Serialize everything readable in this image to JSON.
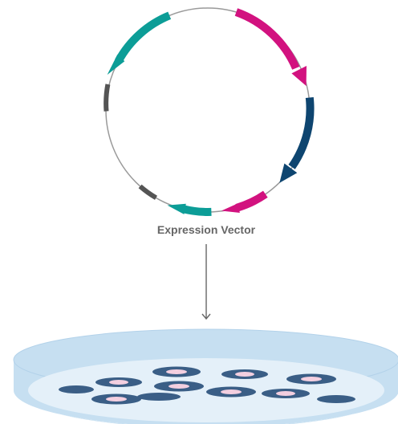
{
  "diagram": {
    "vector_label": "Expression Vector"
  },
  "colors": {
    "plasmid_ring": "#9a9a9a",
    "teal_segment": "#0c9d97",
    "magenta_segment": "#d2127f",
    "navy_segment": "#0e4570",
    "gray_marker": "#545454",
    "arrow": "#666666",
    "dish_rim": "#c6dff1",
    "dish_inner": "#e4f0f9",
    "dish_edge": "#b3d2ea",
    "colony_ring": "#3a5e86",
    "colony_center": "#f3cfe0"
  },
  "plasmid_features": [
    {
      "name": "teal-segment-upper",
      "color": "teal_segment",
      "direction": "counterclockwise"
    },
    {
      "name": "magenta-segment-upper",
      "color": "magenta_segment",
      "direction": "clockwise"
    },
    {
      "name": "navy-segment",
      "color": "navy_segment",
      "direction": "clockwise"
    },
    {
      "name": "magenta-segment-lower",
      "color": "magenta_segment",
      "direction": "clockwise"
    },
    {
      "name": "teal-segment-lower",
      "color": "teal_segment",
      "direction": "clockwise"
    },
    {
      "name": "gray-marker-left",
      "color": "gray_marker",
      "direction": "none"
    },
    {
      "name": "gray-marker-lower",
      "color": "gray_marker",
      "direction": "none"
    }
  ],
  "colony_count": 11
}
